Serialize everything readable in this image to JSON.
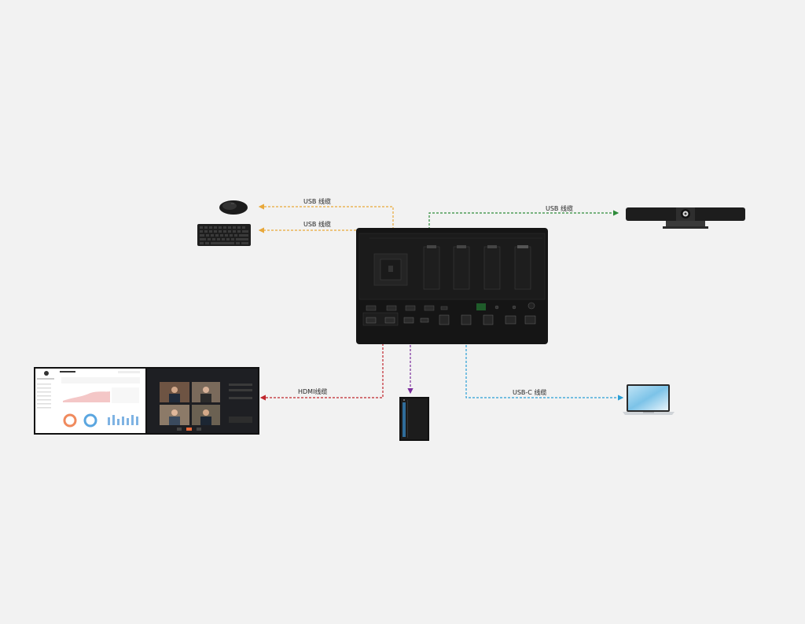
{
  "connections": [
    {
      "id": "usb-mouse",
      "label": "USB 线缆",
      "color": "#e8a83a"
    },
    {
      "id": "usb-keyboard",
      "label": "USB 线缆",
      "color": "#e8a83a"
    },
    {
      "id": "usb-camera",
      "label": "USB 线缆",
      "color": "#2e8b3a"
    },
    {
      "id": "hdmi-display",
      "label": "HDMI线缆",
      "color": "#c0262d"
    },
    {
      "id": "usbc-laptop",
      "label": "USB-C 线缆",
      "color": "#2a9fd6"
    },
    {
      "id": "pc-link",
      "label": "",
      "color": "#7b2d9c"
    }
  ],
  "devices": [
    {
      "id": "mouse",
      "icon": "mouse-icon"
    },
    {
      "id": "keyboard",
      "icon": "keyboard-icon"
    },
    {
      "id": "camera",
      "icon": "video-bar-camera-icon"
    },
    {
      "id": "control-box",
      "icon": "control-box-icon"
    },
    {
      "id": "display",
      "icon": "dual-display-icon"
    },
    {
      "id": "pc",
      "icon": "desktop-pc-icon"
    },
    {
      "id": "laptop",
      "icon": "laptop-icon"
    }
  ]
}
